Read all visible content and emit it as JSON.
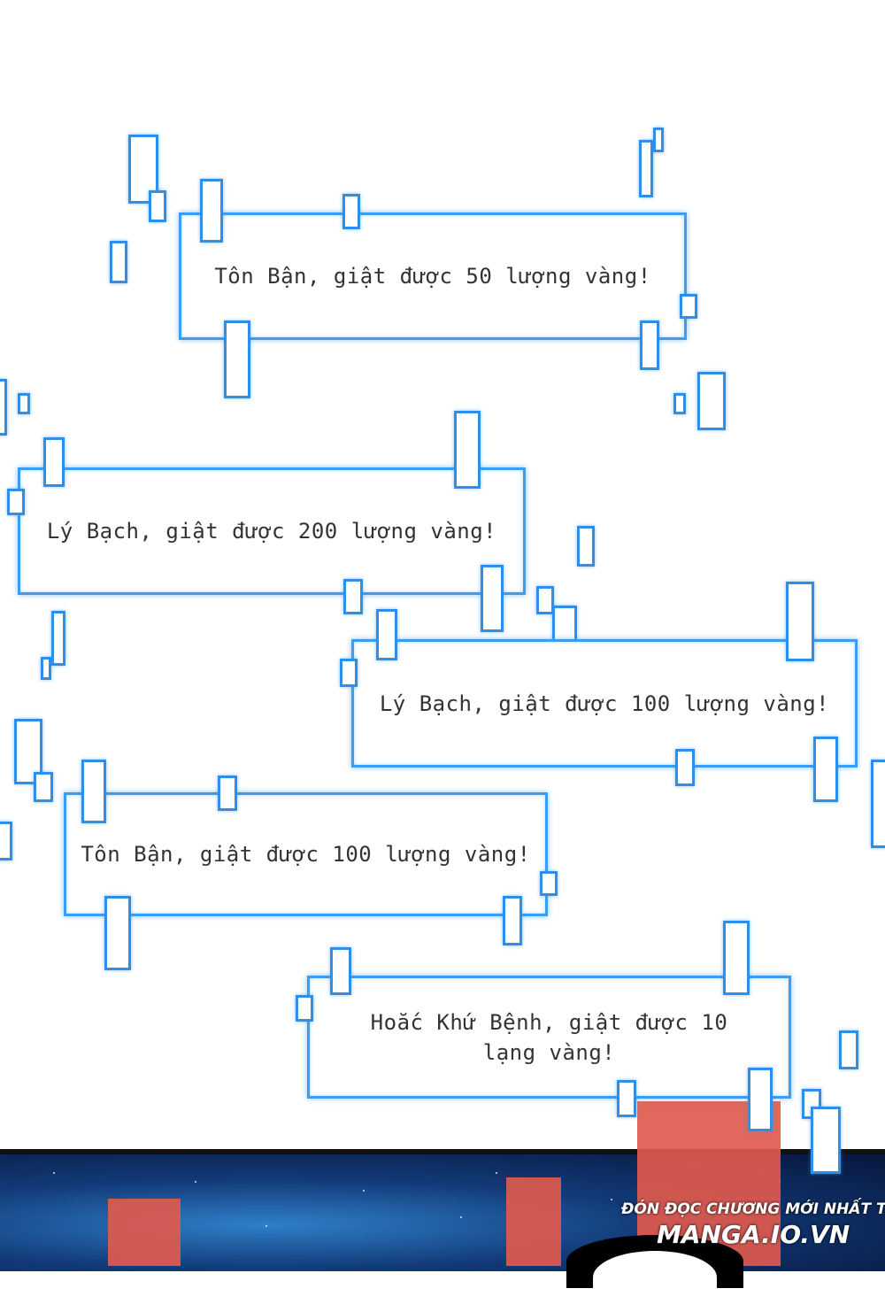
{
  "notifications": [
    {
      "text": "Tôn Bận, giật được 50 lượng vàng!"
    },
    {
      "text": "Lý Bạch, giật được 200 lượng vàng!"
    },
    {
      "text": "Lý Bạch, giật được 100 lượng vàng!"
    },
    {
      "text": "Tôn Bận, giật được 100 lượng vàng!"
    },
    {
      "text_line1": "Hoắc Khứ Bệnh, giật được 10",
      "text_line2": "lạng vàng!"
    }
  ],
  "watermark": {
    "line1": "ĐÓN ĐỌC CHƯƠNG MỚI NHẤT TẠI",
    "line2": "MANGA.IO.VN"
  },
  "colors": {
    "frame": "#3b9cf0",
    "envelope": "#e05a4e",
    "sky": "#123a78"
  }
}
